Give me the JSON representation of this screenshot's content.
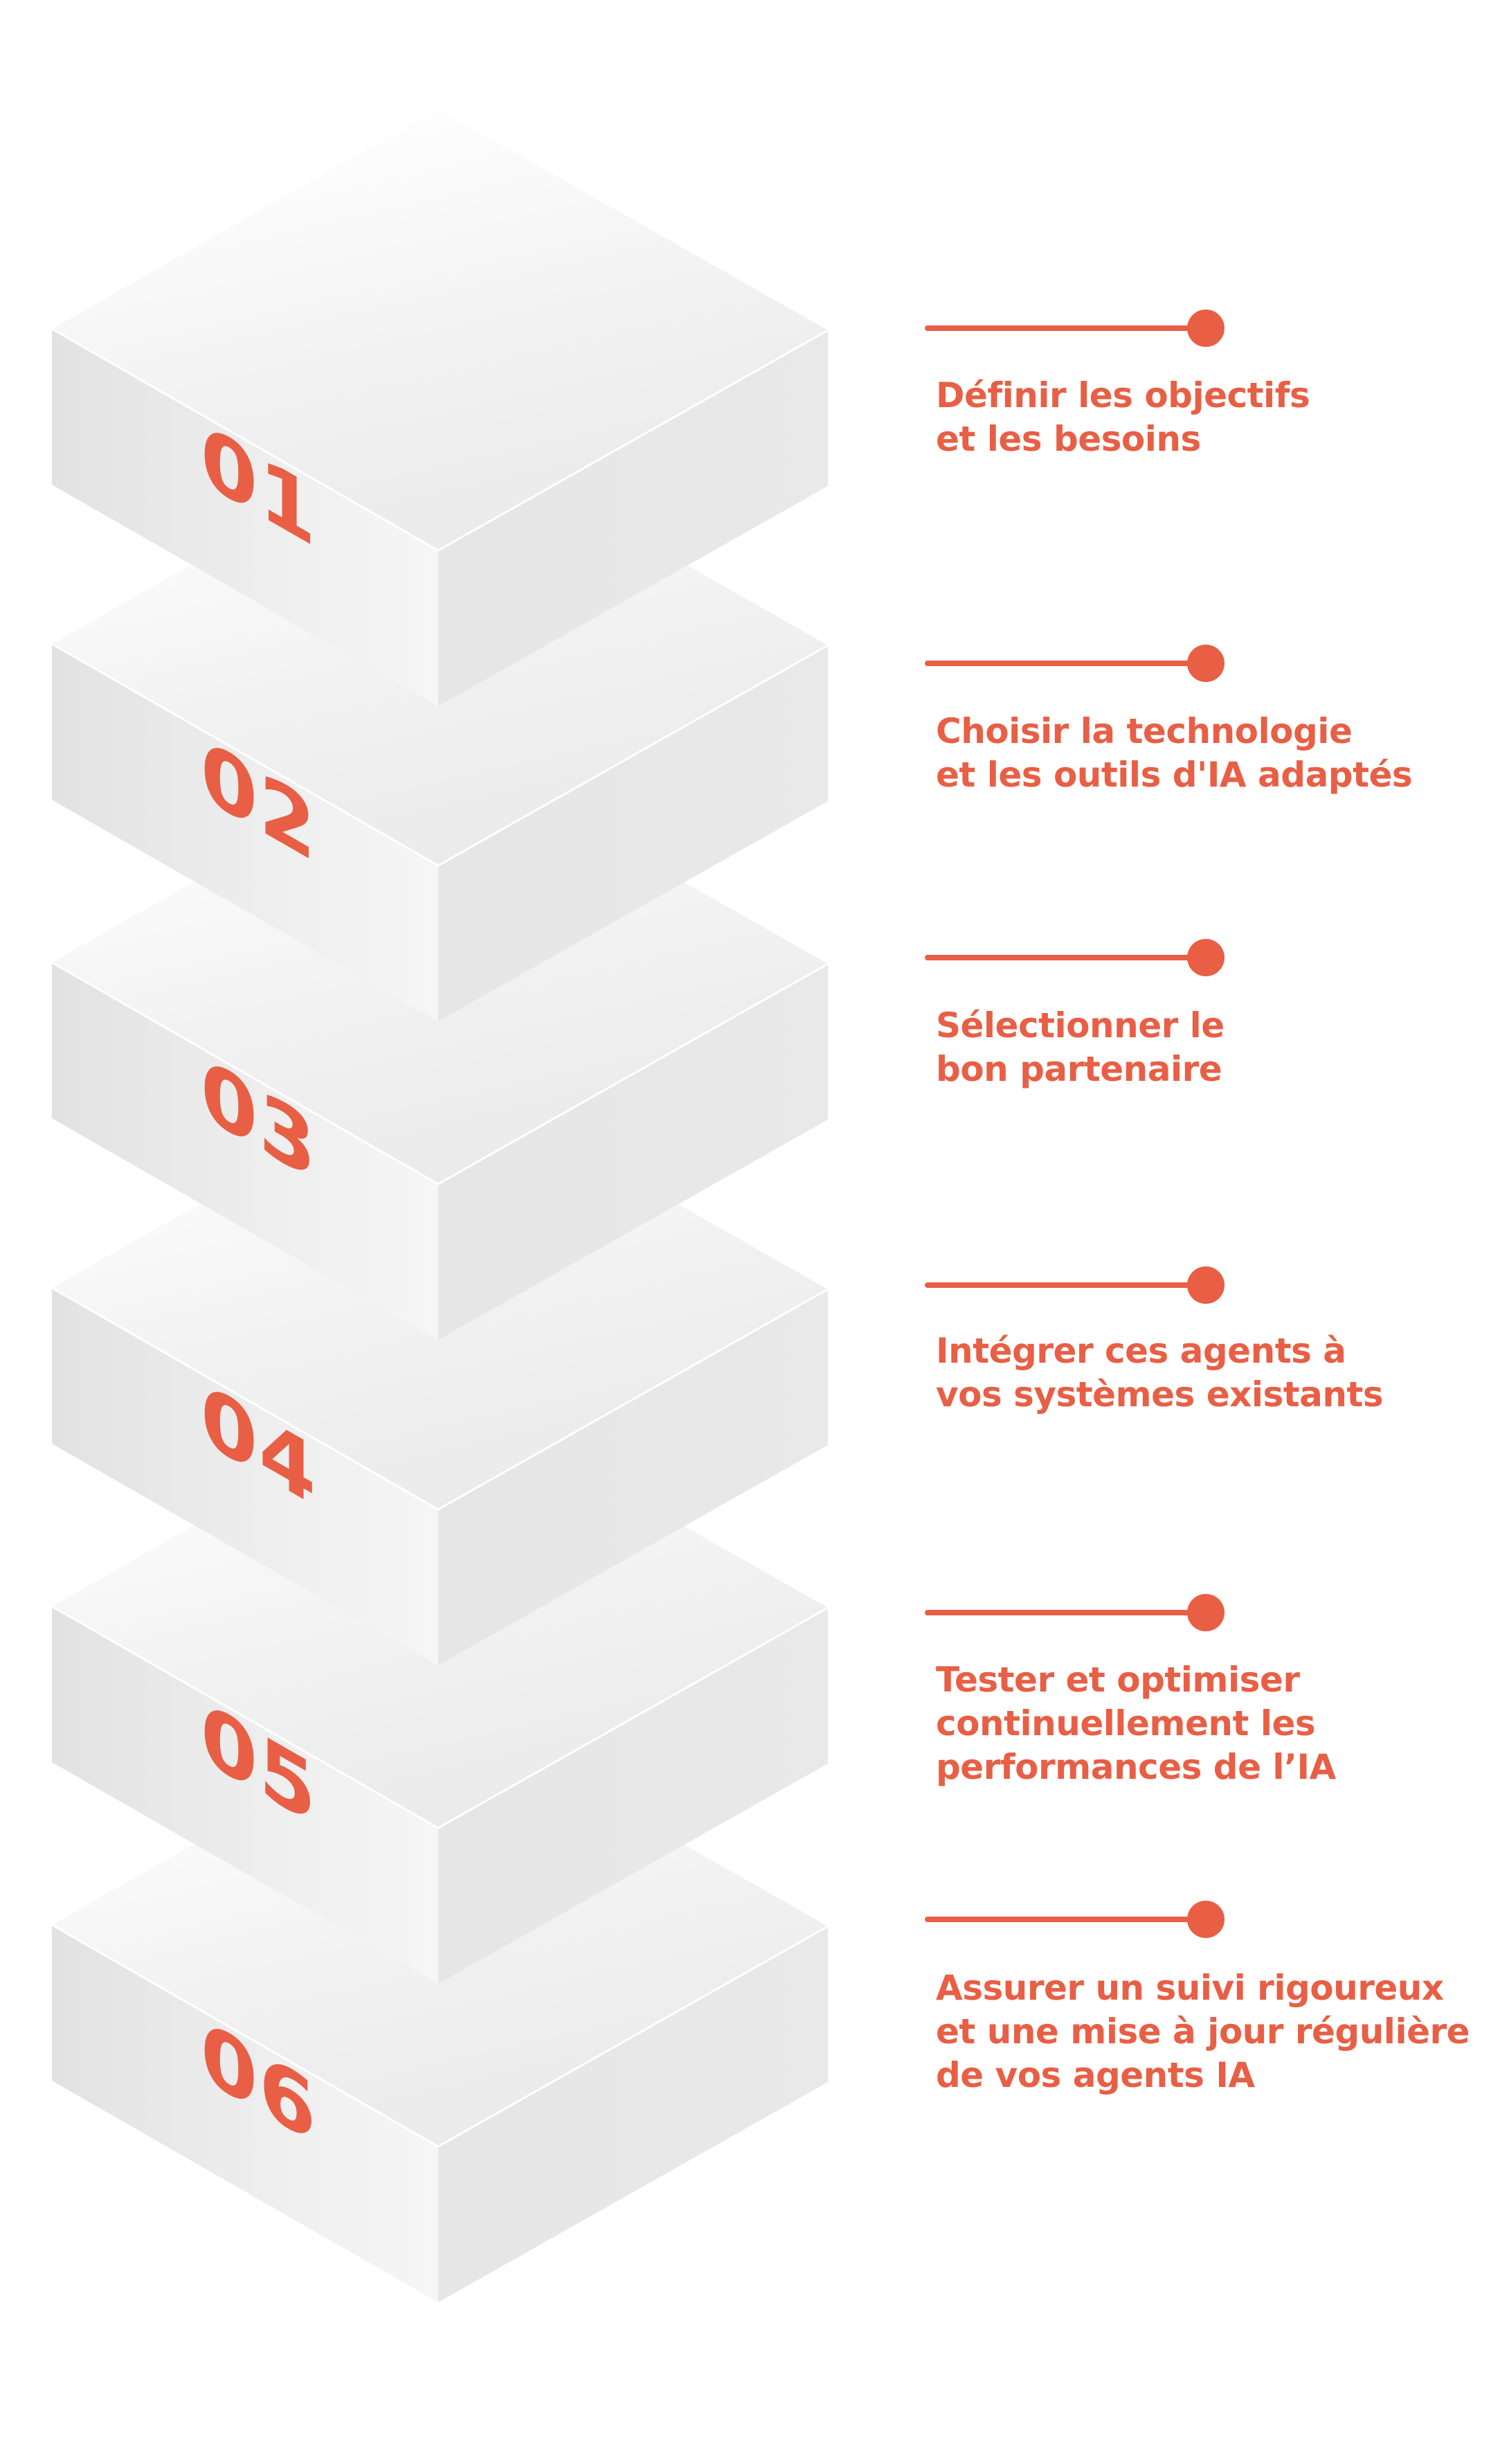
{
  "accent_color": "#e85f45",
  "steps": [
    {
      "number": "01",
      "lines": [
        "Définir les objectifs",
        "et les besoins"
      ]
    },
    {
      "number": "02",
      "lines": [
        "Choisir la technologie",
        "et les outils d'IA adaptés"
      ]
    },
    {
      "number": "03",
      "lines": [
        "Sélectionner le",
        "bon partenaire"
      ]
    },
    {
      "number": "04",
      "lines": [
        "Intégrer ces agents à",
        "vos systèmes existants"
      ]
    },
    {
      "number": "05",
      "lines": [
        "Tester et optimiser",
        "continuellement les",
        "performances de l’IA"
      ]
    },
    {
      "number": "06",
      "lines": [
        "Assurer un suivi rigoureux",
        "et une mise à jour régulière",
        "de vos agents IA"
      ]
    }
  ]
}
